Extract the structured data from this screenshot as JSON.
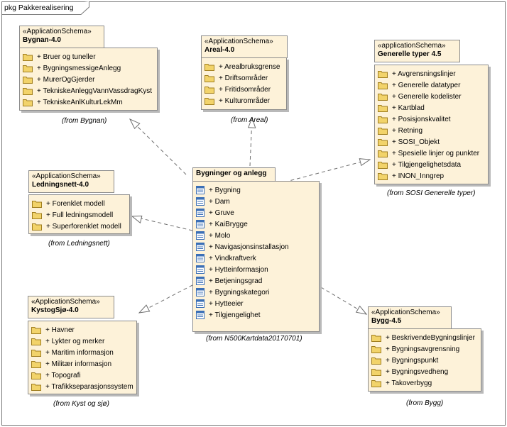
{
  "frame": {
    "label": "pkg Pakkerealisering"
  },
  "packages": {
    "bygnan": {
      "stereotype": "«ApplicationSchema»",
      "name": "Bygnan-4.0",
      "items": [
        "+ Bruer og tuneller",
        "+ BygningsmessigeAnlegg",
        "+ MurerOgGjerder",
        "+ TekniskeAnleggVannVassdragKyst",
        "+ TekniskeAnlKulturLekMm"
      ],
      "from": "(from Bygnan)"
    },
    "areal": {
      "stereotype": "«ApplicationSchema»",
      "name": "Areal-4.0",
      "items": [
        "+ Arealbruksgrense",
        "+ Driftsområder",
        "+ Fritidsområder",
        "+ Kulturområder"
      ],
      "from": "(from Areal)"
    },
    "generelle": {
      "stereotype": "«applicationSchema»",
      "name": "Generelle typer 4.5",
      "items": [
        "+ Avgrensningslinjer",
        "+ Generelle datatyper",
        "+ Generelle kodelister",
        "+ Kartblad",
        "+ Posisjonskvalitet",
        "+ Retning",
        "+ SOSI_Objekt",
        "+ Spesielle linjer og punkter",
        "+ Tilgjengelighetsdata",
        "+ INON_Inngrep"
      ],
      "from": "(from SOSI Generelle typer)"
    },
    "ledning": {
      "stereotype": "«ApplicationSchema»",
      "name": "Ledningsnett-4.0",
      "items": [
        "+ Forenklet modell",
        "+ Full ledningsmodell",
        "+ Superforenklet modell"
      ],
      "from": "(from Ledningsnett)"
    },
    "bygninger": {
      "name": "Bygninger og anlegg",
      "items": [
        "+ Bygning",
        "+ Dam",
        "+ Gruve",
        "+ KaiBrygge",
        "+ Molo",
        "+ Navigasjonsinstallasjon",
        "+ Vindkraftverk",
        "+ Hytteinformasjon",
        "+ Betjeningsgrad",
        "+ Bygningskategori",
        "+ Hytteeier",
        "+ Tilgjengelighet"
      ],
      "from": "(from N500Kartdata20170701)"
    },
    "kyst": {
      "stereotype": "«ApplicationSchema»",
      "name": "KystogSjø-4.0",
      "items": [
        "+ Havner",
        "+ Lykter og merker",
        "+ Maritim informasjon",
        "+ Militær informasjon",
        "+ Topografi",
        "+ Trafikkseparasjonssystem"
      ],
      "from": "(from Kyst og sjø)"
    },
    "bygg": {
      "stereotype": "«ApplicationSchema»",
      "name": "Bygg-4.5",
      "items": [
        "+ BeskrivendeBygningslinjer",
        "+ Bygningsavgrensning",
        "+ Bygningspunkt",
        "+ Bygningsvedheng",
        "+ Takoverbygg"
      ],
      "from": "(from Bygg)"
    }
  },
  "colors": {
    "fill": "#fdf2d9",
    "border": "#8c8c8c",
    "shadow": "#b9b9b9",
    "folder": "#f2d36a",
    "class_icon": "#3b6fb6"
  }
}
